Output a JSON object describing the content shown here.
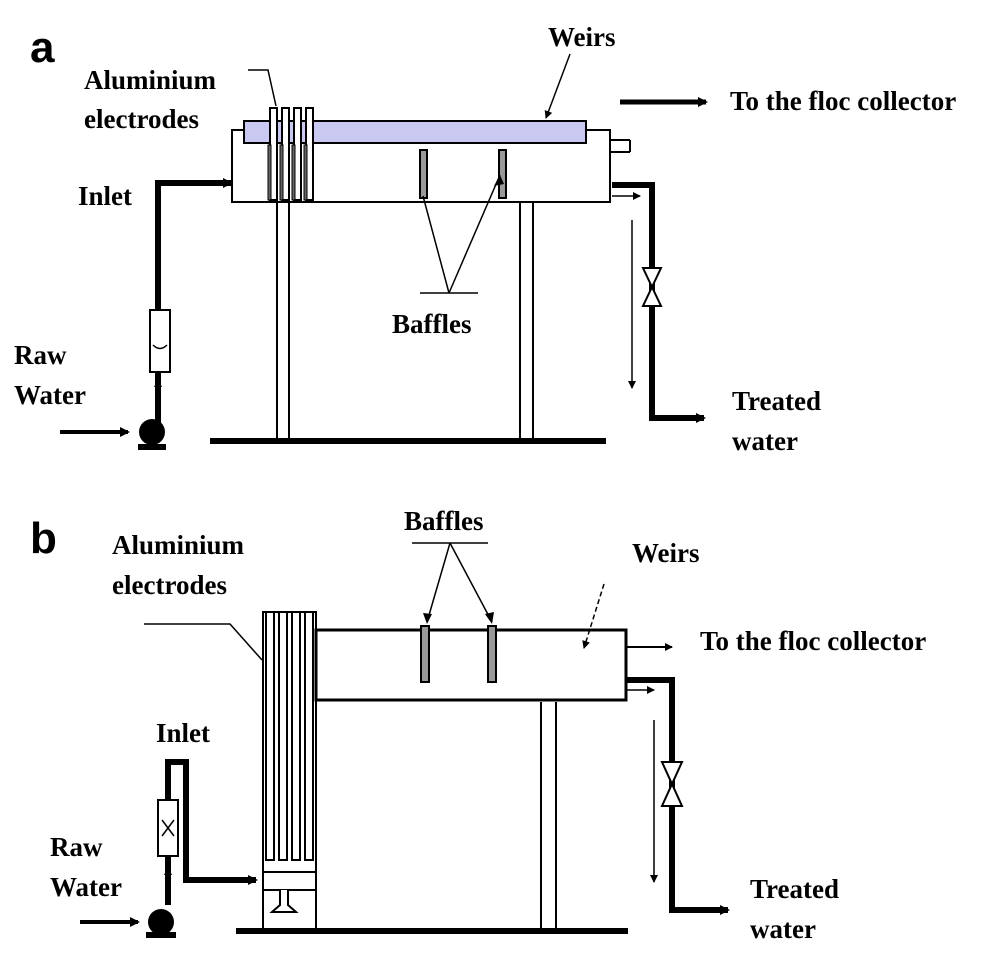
{
  "panel_a": {
    "letter": "a",
    "electrodes_line1": "Aluminium",
    "electrodes_line2": "electrodes",
    "weirs": "Weirs",
    "floc": "To the floc collector",
    "inlet": "Inlet",
    "baffles": "Baffles",
    "raw_line1": "Raw",
    "raw_line2": "Water",
    "treated_line1": "Treated",
    "treated_line2": "water"
  },
  "panel_b": {
    "letter": "b",
    "electrodes_line1": "Aluminium",
    "electrodes_line2": "electrodes",
    "baffles": "Baffles",
    "weirs": "Weirs",
    "floc": "To the floc collector",
    "inlet": "Inlet",
    "raw_line1": "Raw",
    "raw_line2": "Water",
    "treated_line1": "Treated",
    "treated_line2": "water"
  },
  "colors": {
    "weir_bar": "#c8c8f0",
    "line": "#000000"
  }
}
